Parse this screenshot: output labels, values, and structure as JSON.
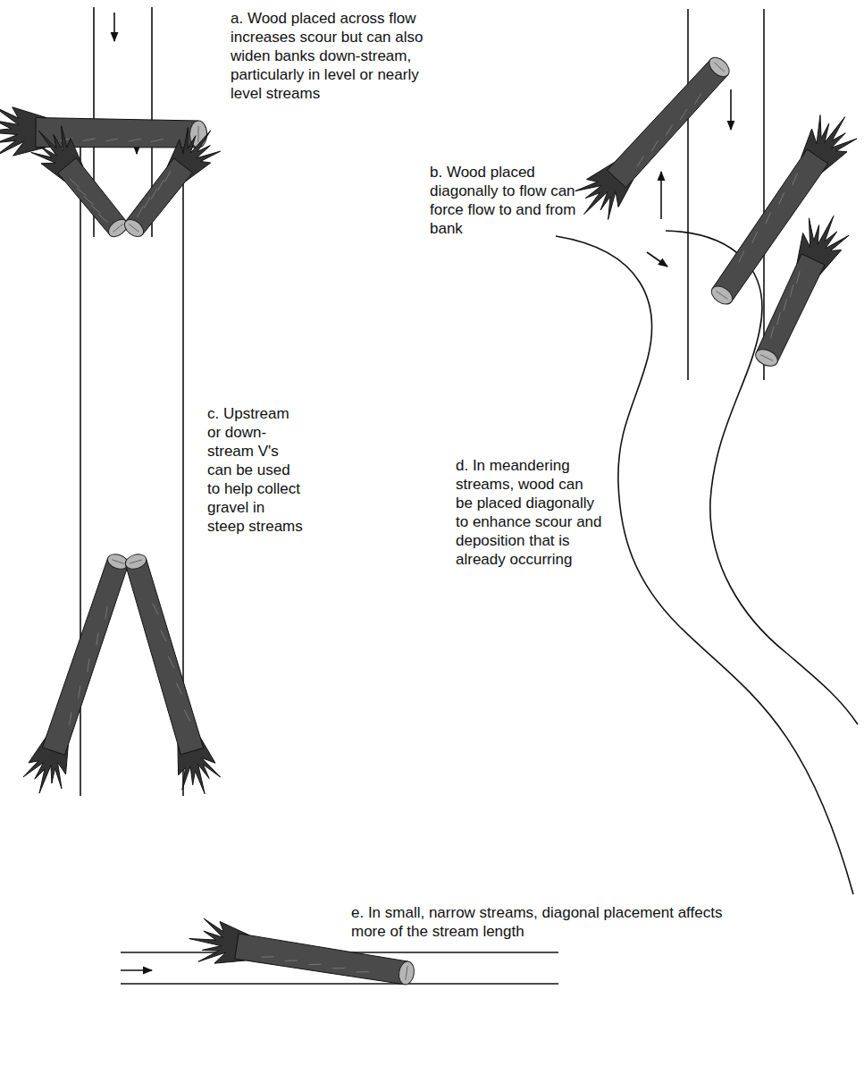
{
  "diagram": {
    "labels": [
      "a. Wood placed across flow increases scour but can also widen banks down-stream, particularly in level or nearly level streams",
      "b. Wood placed diagonally to flow can force flow to and from bank",
      "c. Upstream or down-stream V's can be used to help collect gravel in steep streams",
      "d. In meandering streams, wood can be placed diagonally to enhance scour and deposition that is already occurring",
      "e. In small, narrow streams, diagonal placement affects more of the stream length"
    ]
  }
}
